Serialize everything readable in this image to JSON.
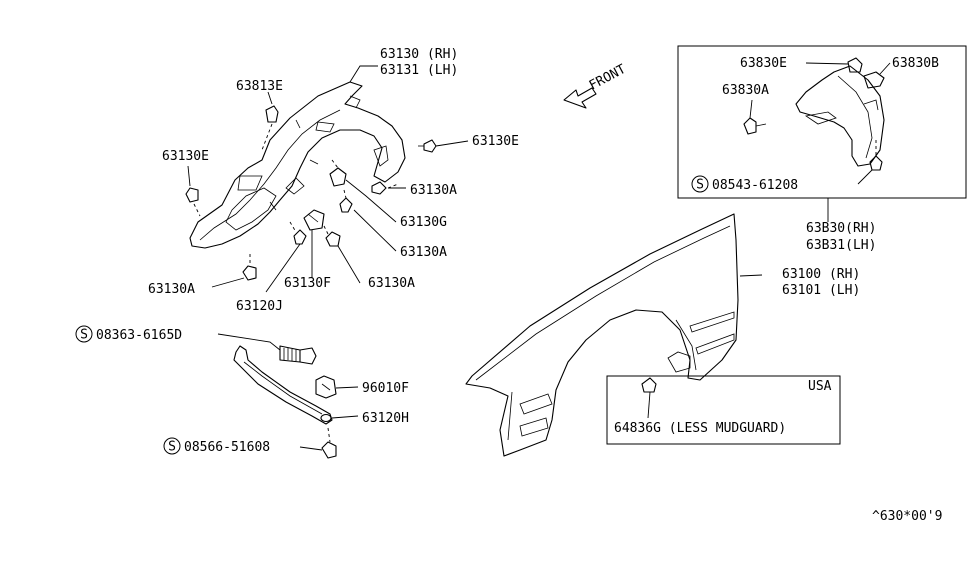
{
  "labels": {
    "l_63130_rh": "63130 (RH)",
    "l_63131_lh": "63131 (LH)",
    "l_63813E": "63813E",
    "l_63130E_left": "63130E",
    "l_63130E_right": "63130E",
    "l_63130A_1": "63130A",
    "l_63130G": "63130G",
    "l_63130A_2": "63130A",
    "l_63130A_3": "63130A",
    "l_63130F": "63130F",
    "l_63130A_4": "63130A",
    "l_63120J": "63120J",
    "l_08363": "08363-6165D",
    "l_96010F": "96010F",
    "l_63120H": "63120H",
    "l_08566": "08566-51608",
    "l_front": "FRONT",
    "l_63830E": "63830E",
    "l_63830B": "63830B",
    "l_63830A": "63830A",
    "l_08543": "08543-61208",
    "l_63B30": "63B30(RH)",
    "l_63B31": "63B31(LH)",
    "l_63100": "63100 (RH)",
    "l_63101": "63101 (LH)",
    "l_usa": "USA",
    "l_64836G": "64836G (LESS MUDGUARD)",
    "l_code": "^630*00'9",
    "s_symbol": "S"
  }
}
